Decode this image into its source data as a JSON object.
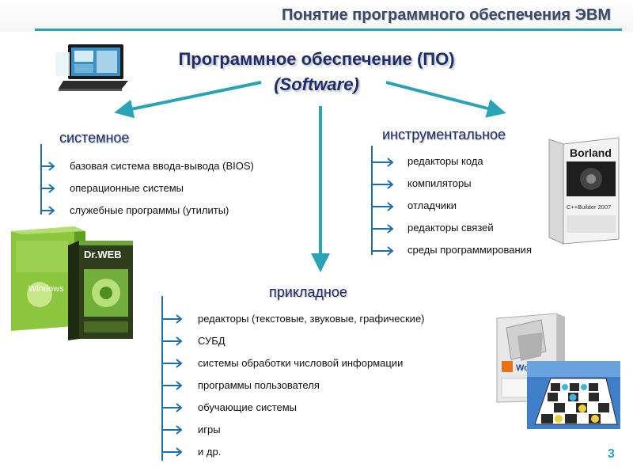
{
  "header": {
    "title": "Понятие программного обеспечения ЭВМ"
  },
  "main_title": {
    "line1": "Программное обеспечение (ПО)",
    "line2": "(Software)"
  },
  "categories": {
    "system": {
      "title": "системное",
      "items": [
        "базовая система ввода-вывода (BIOS)",
        "операционные системы",
        "служебные программы (утилиты)"
      ]
    },
    "tools": {
      "title": "инструментальное",
      "items": [
        "редакторы кода",
        "компиляторы",
        "отладчики",
        "редакторы связей",
        "среды программирования"
      ]
    },
    "applied": {
      "title": "прикладное",
      "items": [
        "редакторы (текстовые, звуковые, графические)",
        "СУБД",
        "системы обработки  числовой информации",
        "программы пользователя",
        "обучающие системы",
        "игры",
        "и др."
      ]
    }
  },
  "images": {
    "windows_box": "Windows",
    "drweb_box": "Dr.WEB",
    "borland_box": {
      "brand": "Borland",
      "product": "C++Builder 2007"
    },
    "word_box": "Word"
  },
  "page_number": "3",
  "colors": {
    "accent": "#2aa3b7",
    "title": "#1d2d6b",
    "arrow": "#2aa3b7"
  }
}
